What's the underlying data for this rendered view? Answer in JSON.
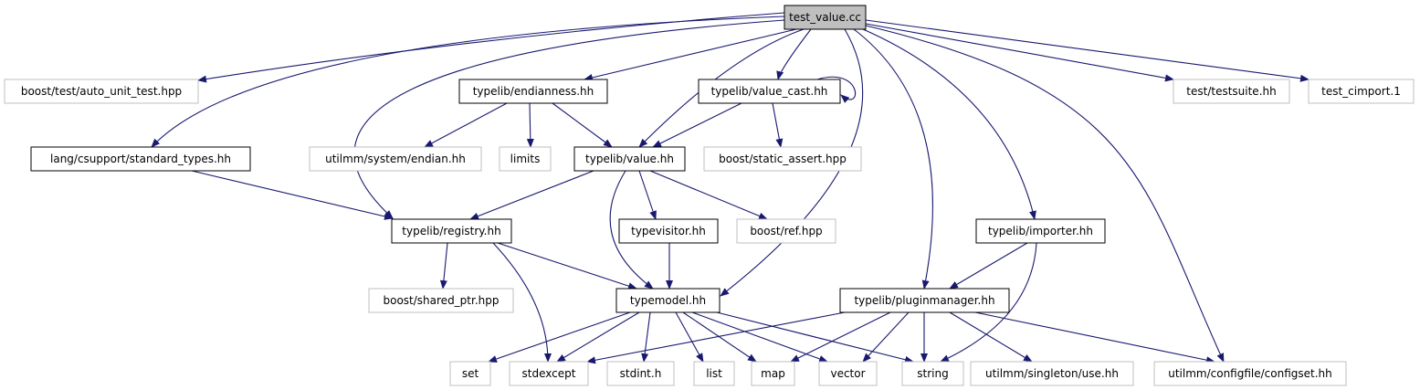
{
  "graph": {
    "colors": {
      "edge": "#191970",
      "root_fill": "#bfbfbf",
      "documented_border": "#000000",
      "external_border": "#bfbfbf"
    },
    "nodes": [
      {
        "id": "test_value",
        "label": "test_value.cc",
        "kind": "root"
      },
      {
        "id": "auto_unit_test",
        "label": "boost/test/auto_unit_test.hpp",
        "kind": "external"
      },
      {
        "id": "endianness",
        "label": "typelib/endianness.hh",
        "kind": "documented"
      },
      {
        "id": "value_cast",
        "label": "typelib/value_cast.hh",
        "kind": "documented"
      },
      {
        "id": "testsuite",
        "label": "test/testsuite.hh",
        "kind": "external"
      },
      {
        "id": "test_cimport",
        "label": "test_cimport.1",
        "kind": "external"
      },
      {
        "id": "standard_types",
        "label": "lang/csupport/standard_types.hh",
        "kind": "documented"
      },
      {
        "id": "endian",
        "label": "utilmm/system/endian.hh",
        "kind": "external"
      },
      {
        "id": "limits",
        "label": "limits",
        "kind": "external"
      },
      {
        "id": "value",
        "label": "typelib/value.hh",
        "kind": "documented"
      },
      {
        "id": "static_assert",
        "label": "boost/static_assert.hpp",
        "kind": "external"
      },
      {
        "id": "registry",
        "label": "typelib/registry.hh",
        "kind": "documented"
      },
      {
        "id": "typevisitor",
        "label": "typevisitor.hh",
        "kind": "documented"
      },
      {
        "id": "ref",
        "label": "boost/ref.hpp",
        "kind": "external"
      },
      {
        "id": "importer",
        "label": "typelib/importer.hh",
        "kind": "documented"
      },
      {
        "id": "shared_ptr",
        "label": "boost/shared_ptr.hpp",
        "kind": "external"
      },
      {
        "id": "typemodel",
        "label": "typemodel.hh",
        "kind": "documented"
      },
      {
        "id": "pluginmanager",
        "label": "typelib/pluginmanager.hh",
        "kind": "documented"
      },
      {
        "id": "set",
        "label": "set",
        "kind": "external"
      },
      {
        "id": "stdexcept",
        "label": "stdexcept",
        "kind": "external"
      },
      {
        "id": "stdint",
        "label": "stdint.h",
        "kind": "external"
      },
      {
        "id": "list",
        "label": "list",
        "kind": "external"
      },
      {
        "id": "map",
        "label": "map",
        "kind": "external"
      },
      {
        "id": "vector",
        "label": "vector",
        "kind": "external"
      },
      {
        "id": "string",
        "label": "string",
        "kind": "external"
      },
      {
        "id": "singleton_use",
        "label": "utilmm/singleton/use.hh",
        "kind": "external"
      },
      {
        "id": "configset",
        "label": "utilmm/configfile/configset.hh",
        "kind": "external"
      }
    ],
    "edges": [
      [
        "test_value",
        "auto_unit_test"
      ],
      [
        "test_value",
        "standard_types"
      ],
      [
        "test_value",
        "registry"
      ],
      [
        "test_value",
        "endianness"
      ],
      [
        "test_value",
        "value"
      ],
      [
        "test_value",
        "value_cast"
      ],
      [
        "test_value",
        "typemodel"
      ],
      [
        "test_value",
        "pluginmanager"
      ],
      [
        "test_value",
        "importer"
      ],
      [
        "test_value",
        "configset"
      ],
      [
        "test_value",
        "testsuite"
      ],
      [
        "test_value",
        "test_cimport"
      ],
      [
        "standard_types",
        "registry"
      ],
      [
        "endianness",
        "endian"
      ],
      [
        "endianness",
        "limits"
      ],
      [
        "endianness",
        "value"
      ],
      [
        "value_cast",
        "value_cast"
      ],
      [
        "value_cast",
        "value"
      ],
      [
        "value_cast",
        "static_assert"
      ],
      [
        "value",
        "registry"
      ],
      [
        "value",
        "typemodel"
      ],
      [
        "value",
        "typevisitor"
      ],
      [
        "value",
        "ref"
      ],
      [
        "registry",
        "shared_ptr"
      ],
      [
        "registry",
        "stdexcept"
      ],
      [
        "registry",
        "typemodel"
      ],
      [
        "typevisitor",
        "typemodel"
      ],
      [
        "importer",
        "pluginmanager"
      ],
      [
        "importer",
        "string"
      ],
      [
        "typemodel",
        "set"
      ],
      [
        "typemodel",
        "stdexcept"
      ],
      [
        "typemodel",
        "stdint"
      ],
      [
        "typemodel",
        "list"
      ],
      [
        "typemodel",
        "map"
      ],
      [
        "typemodel",
        "vector"
      ],
      [
        "typemodel",
        "string"
      ],
      [
        "pluginmanager",
        "stdexcept"
      ],
      [
        "pluginmanager",
        "map"
      ],
      [
        "pluginmanager",
        "vector"
      ],
      [
        "pluginmanager",
        "string"
      ],
      [
        "pluginmanager",
        "singleton_use"
      ],
      [
        "pluginmanager",
        "configset"
      ]
    ]
  }
}
